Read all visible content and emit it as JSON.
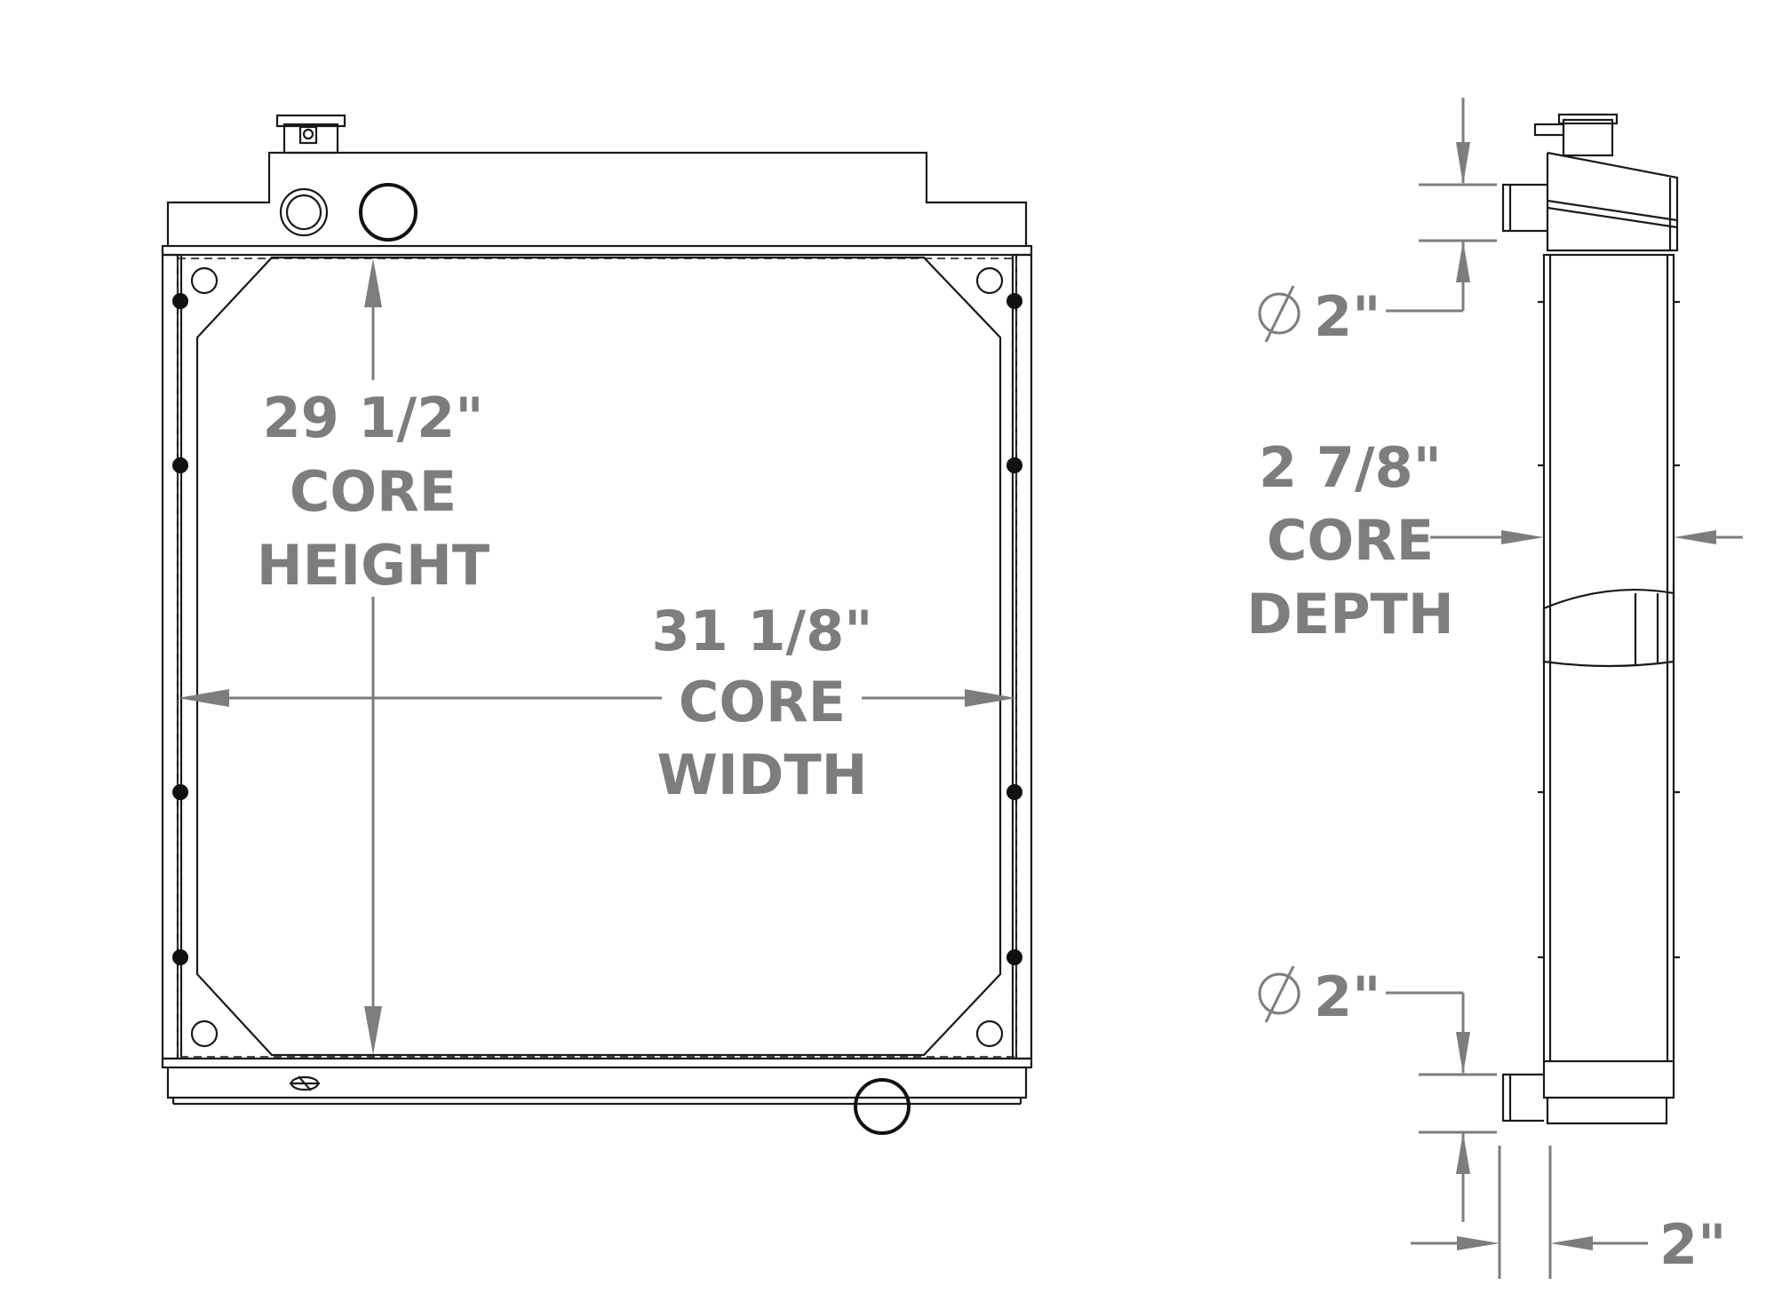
{
  "front_view": {
    "core_height": {
      "value": "29 1/2\"",
      "line1": "CORE",
      "line2": "HEIGHT"
    },
    "core_width": {
      "value": "31 1/8\"",
      "line1": "CORE",
      "line2": "WIDTH"
    }
  },
  "side_view": {
    "inlet": {
      "diameter": "2\""
    },
    "core_depth": {
      "value": "2 7/8\"",
      "line1": "CORE",
      "line2": "DEPTH"
    },
    "outlet": {
      "diameter": "2\""
    },
    "outlet_offset": {
      "value": "2\""
    }
  },
  "colors": {
    "dimension": "#7d7d7d",
    "outline": "#1a1a1a"
  }
}
